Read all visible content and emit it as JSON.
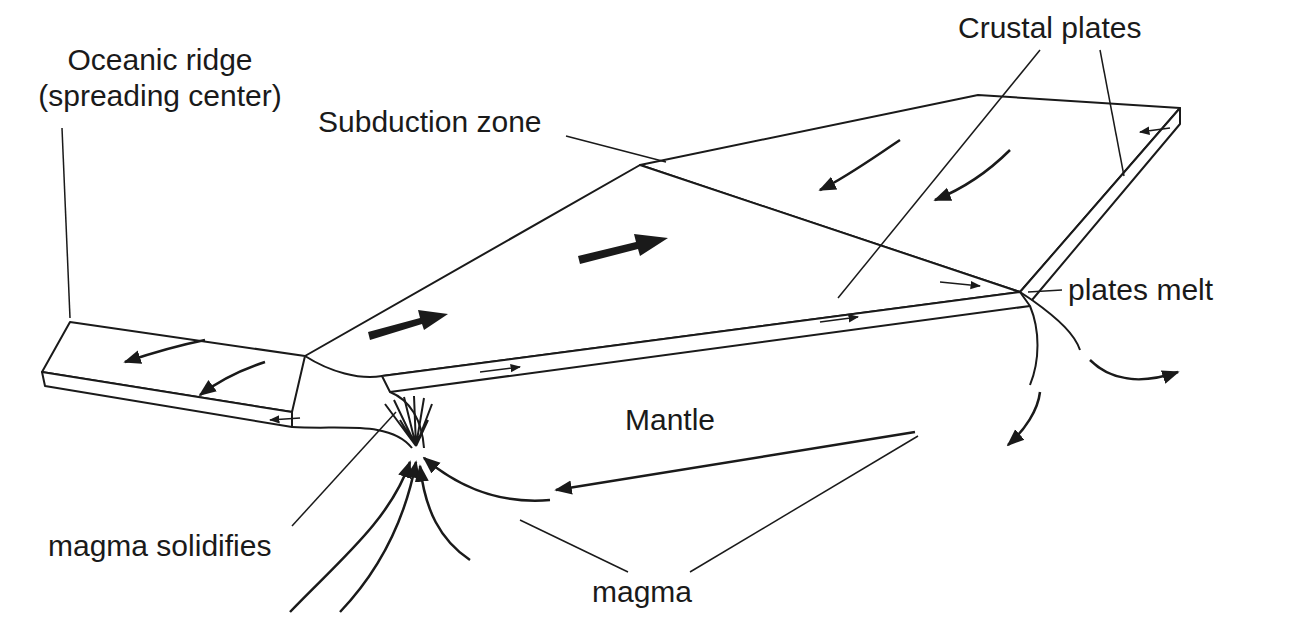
{
  "diagram": {
    "labels": [
      "Crustal plates",
      "Subduction zone",
      "Oceanic ridge (spreading center)",
      "plates melt",
      "Mantle",
      "magma solidifies",
      "magma"
    ]
  }
}
